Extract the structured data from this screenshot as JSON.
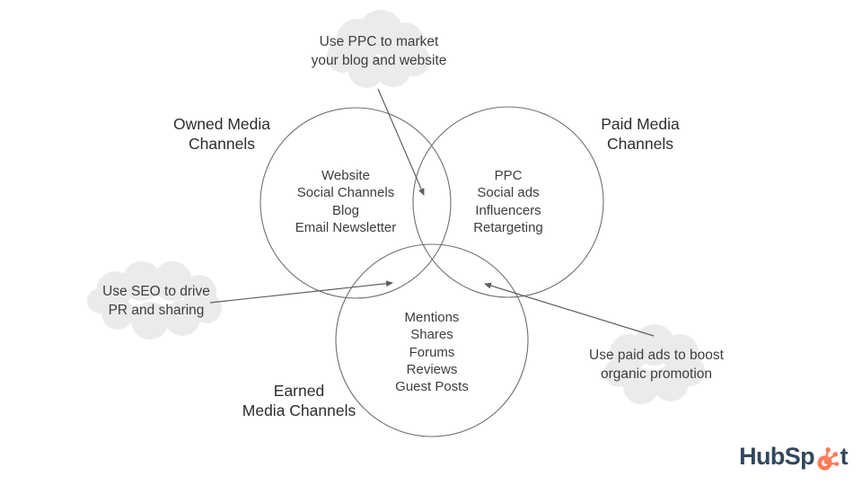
{
  "colors": {
    "background": "#ffffff",
    "circle_stroke": "#6f6f6f",
    "arrow": "#5f5f5f",
    "cloud_fill": "#ebebeb",
    "text": "#3d3d3d",
    "label_text": "#2d2d2d",
    "hubspot_navy": "#33475b",
    "hubspot_orange": "#ff7a59"
  },
  "venn": {
    "owned": {
      "label": "Owned Media\nChannels",
      "items": [
        "Website",
        "Social Channels",
        "Blog",
        "Email Newsletter"
      ]
    },
    "paid": {
      "label": "Paid Media\nChannels",
      "items": [
        "PPC",
        "Social ads",
        "Influencers",
        "Retargeting"
      ]
    },
    "earned": {
      "label": "Earned\nMedia Channels",
      "items": [
        "Mentions",
        "Shares",
        "Forums",
        "Reviews",
        "Guest Posts"
      ]
    }
  },
  "callouts": {
    "top": "Use PPC to market\nyour blog and website",
    "left": "Use SEO to drive\nPR and sharing",
    "bottom_right": "Use paid ads to boost\norganic promotion"
  },
  "logo": {
    "prefix": "HubSp",
    "suffix": "t"
  }
}
